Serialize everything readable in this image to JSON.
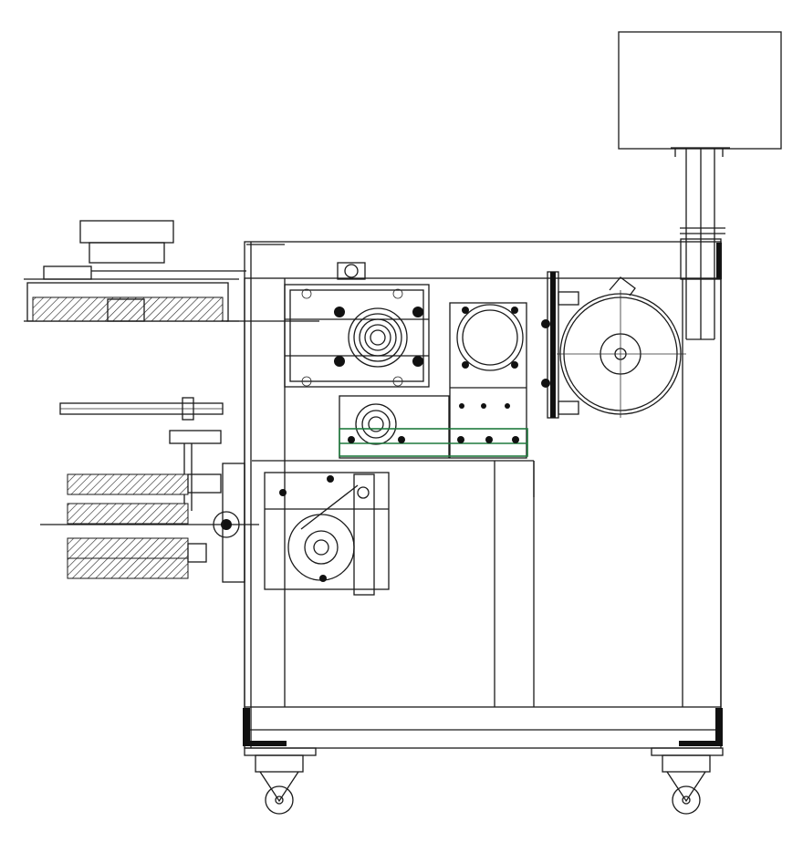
{
  "drawing": {
    "type": "mechanical-elevation",
    "colors": {
      "line": "#1a1a1a",
      "accent": "#1f7a3d",
      "background": "#ffffff"
    },
    "components": [
      "control-box",
      "machine-frame",
      "film-roll",
      "gearbox-motor",
      "disc-housing",
      "guide-plate",
      "cam-unit",
      "hatched-roller-stack",
      "top-feed-conveyor",
      "caster-wheel-left",
      "caster-wheel-right"
    ]
  }
}
